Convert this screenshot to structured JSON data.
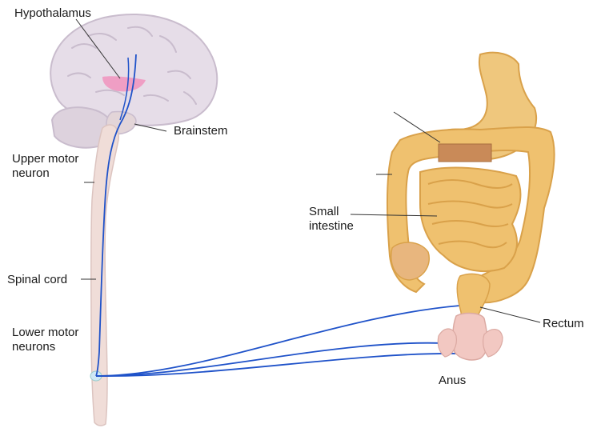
{
  "labels": {
    "hypothalamus": "Hypothalamus",
    "brainstem": "Brainstem",
    "upper_motor_neuron": "Upper motor\nneuron",
    "spinal_cord": "Spinal cord",
    "lower_motor_neurons": "Lower motor\nneurons",
    "small_intestine": "Small\nintestine",
    "rectum": "Rectum",
    "anus": "Anus"
  },
  "colors": {
    "brain": "#e6dde8",
    "brain_shadow": "#c9bccd",
    "hypothalamus": "#ef9ec4",
    "spinal_cord": "#f0ddd8",
    "nerve": "#1f52c9",
    "bowel": "#efc16f",
    "bowel_dark": "#d9a14a",
    "stomach": "#efc77d",
    "anus": "#f2c8c2"
  }
}
